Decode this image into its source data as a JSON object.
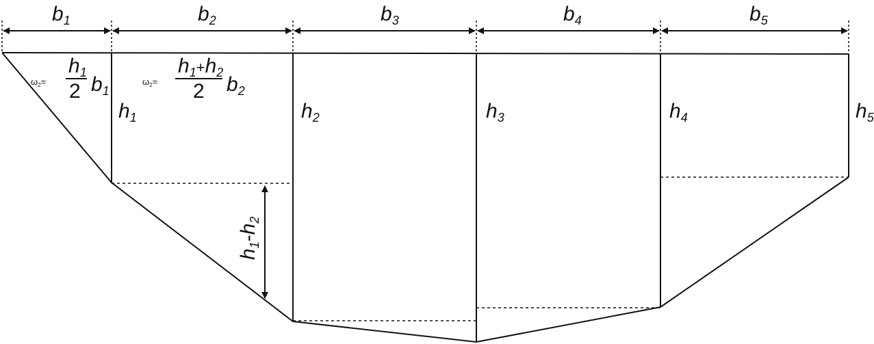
{
  "widths": [
    "b",
    "b",
    "b",
    "b",
    "b"
  ],
  "width_subscripts": [
    "1",
    "2",
    "3",
    "4",
    "5"
  ],
  "depths": [
    "h",
    "h",
    "h",
    "h",
    "h"
  ],
  "depth_subscripts": [
    "1",
    "2",
    "3",
    "4",
    "5"
  ],
  "formula1": {
    "omega": "ω",
    "omega_sub": "2",
    "equals": "=",
    "num": "h",
    "num_sub": "1",
    "den": "2",
    "factor": "b",
    "factor_sub": "1"
  },
  "formula2": {
    "omega": "ω",
    "omega_sub": "2",
    "equals": "=",
    "num_a": "h",
    "num_a_sub": "1",
    "plus": "+",
    "num_b": "h",
    "num_b_sub": "2",
    "den": "2",
    "factor": "b",
    "factor_sub": "2"
  },
  "difference": {
    "a": "h",
    "a_sub": "1",
    "minus": "-",
    "b": "h",
    "b_sub": "2"
  },
  "colors": {
    "stroke": "#111111",
    "background": "#ffffff"
  }
}
